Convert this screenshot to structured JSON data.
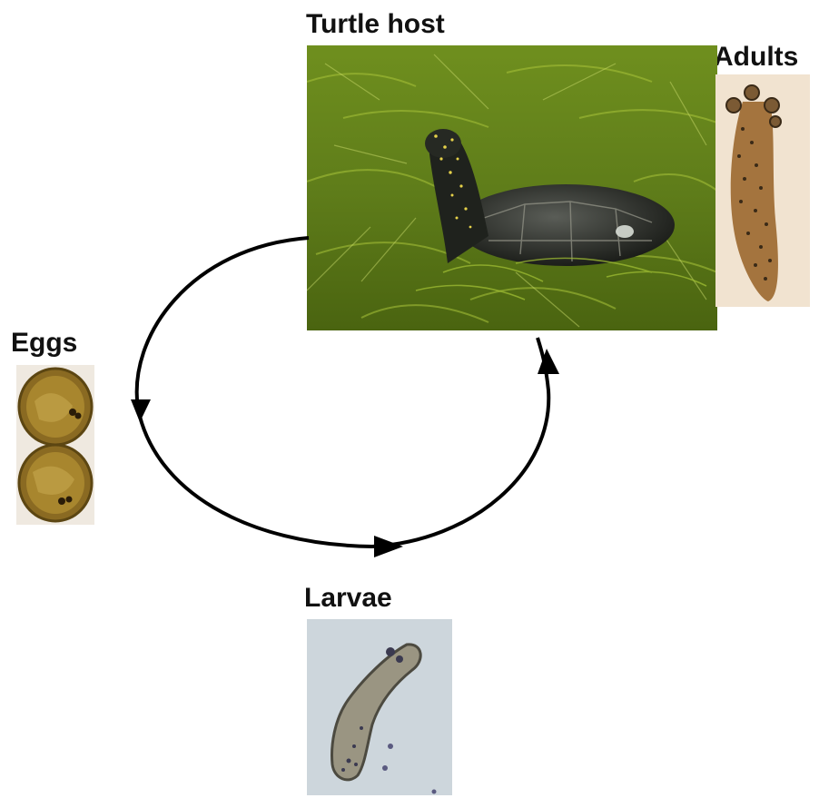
{
  "stages": {
    "turtle_host": {
      "label": "Turtle host",
      "icon": "turtle-photo"
    },
    "adults": {
      "label": "Adults",
      "icon": "adult-worm-photo"
    },
    "eggs": {
      "label": "Eggs",
      "icon": "eggs-photo"
    },
    "larvae": {
      "label": "Larvae",
      "icon": "larva-photo"
    }
  },
  "cycle": {
    "arrow_color": "#000000",
    "order": [
      "Turtle host",
      "Eggs",
      "Larvae",
      "Turtle host"
    ]
  }
}
